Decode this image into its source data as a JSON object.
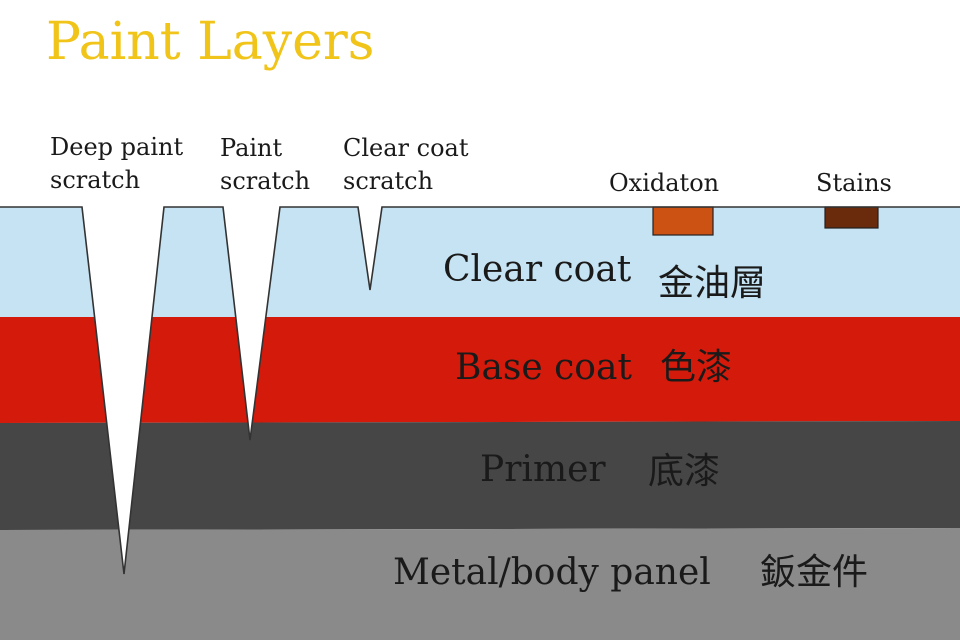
{
  "title": "Paint Layers",
  "annotations": {
    "deep_scratch": "Deep paint\nscratch",
    "paint_scratch": "Paint\nscratch",
    "clear_scratch": "Clear coat\nscratch",
    "oxidation": "Oxidaton",
    "stains": "Stains"
  },
  "layers": [
    {
      "name": "Clear coat",
      "cjk": "金油層",
      "color": "#c5e3f2"
    },
    {
      "name": "Base coat",
      "cjk": "色漆",
      "color": "#d31a0b"
    },
    {
      "name": "Primer",
      "cjk": "底漆",
      "color": "#464646"
    },
    {
      "name": "Metal/body panel",
      "cjk": "鈑金件",
      "color": "#8a8a8a"
    }
  ],
  "defects": {
    "oxidation_color": "#cc5214",
    "stains_color": "#6a2a0c",
    "scratch_color": "#ffffff"
  }
}
